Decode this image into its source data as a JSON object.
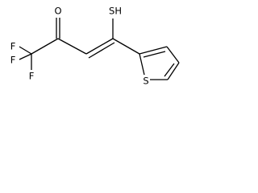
{
  "molecule": {
    "atoms": {
      "o_top": "O",
      "sh_top": "SH",
      "f_top": "F",
      "f_mid": "F",
      "f_bot": "F",
      "s_ring": "S"
    },
    "colors": {
      "bond": "#000000",
      "label": "#000000",
      "background": "#ffffff"
    }
  }
}
